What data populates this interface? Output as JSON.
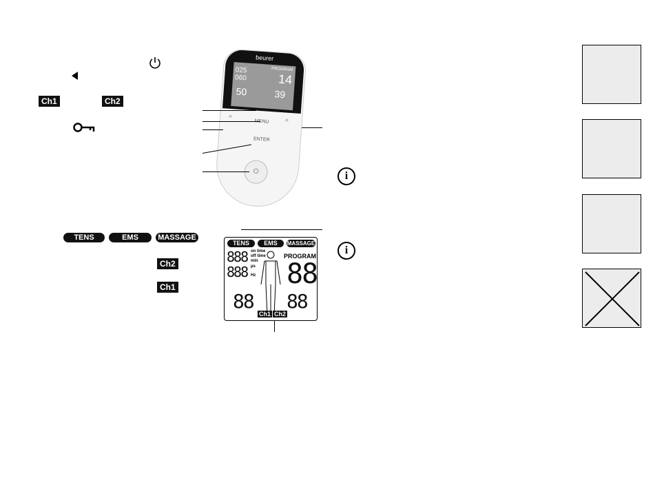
{
  "legend_top": {
    "power_icon": "power-icon",
    "back_icon": "triangle-left-icon",
    "ch1": "Ch1",
    "ch2": "Ch2",
    "key_icon": "key-icon"
  },
  "legend_bottom": {
    "modes": [
      "TENS",
      "EMS",
      "MASSAGE"
    ],
    "ch2": "Ch2",
    "ch1": "Ch1"
  },
  "device": {
    "brand": "beurer",
    "menu": "MENU",
    "enter": "ENTER",
    "screen": {
      "program": "PROGRAM",
      "prog_value": "14",
      "ch1_value": "50",
      "ch2_value": "39",
      "time1": "025",
      "time2": "060"
    }
  },
  "lcd": {
    "modes": [
      "TENS",
      "EMS",
      "MASSAGE"
    ],
    "on_time": "on time",
    "off_time": "off time",
    "min": "min",
    "us": "µs",
    "hz": "Hz",
    "program": "PROGRAM",
    "digits3": "888",
    "digits2": "88",
    "ch1": "Ch1",
    "ch2": "Ch2"
  },
  "info_icons": [
    "info-icon",
    "info-icon"
  ]
}
